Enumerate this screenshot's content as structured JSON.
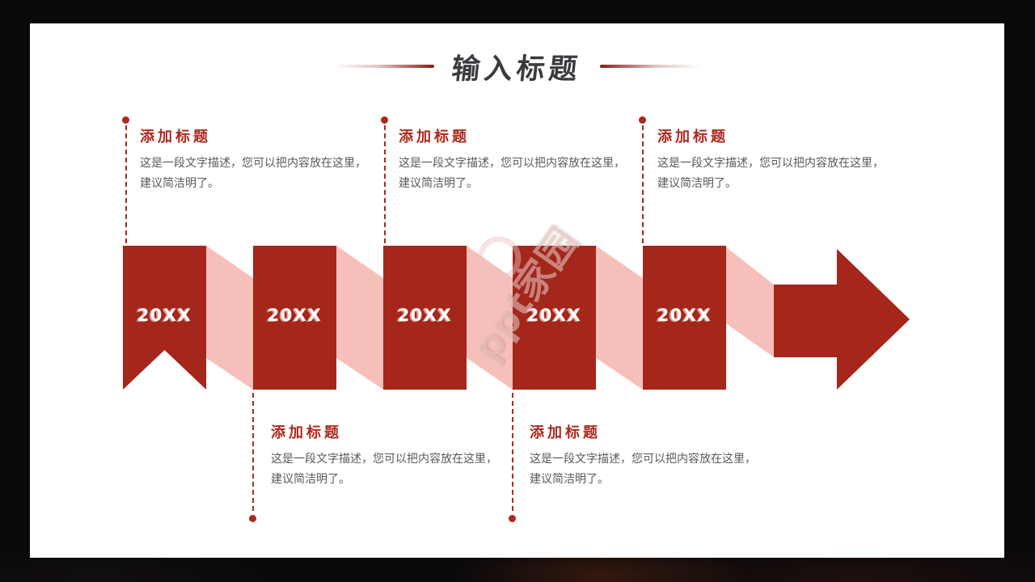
{
  "title": {
    "text": "输入标题",
    "color": "#3b3a3e",
    "line_color": "#8c1b13"
  },
  "watermark": {
    "text": "ppt家园"
  },
  "timeline": {
    "banner_color": "#a5261b",
    "ribbon_color": "#f7bfba",
    "arrow_color": "#a5261b",
    "years": [
      "20XX",
      "20XX",
      "20XX",
      "20XX",
      "20XX"
    ]
  },
  "callouts": {
    "heading_color": "#ad291e",
    "body_color": "#5a5858",
    "top": [
      {
        "title": "添加标题",
        "lines": [
          "这是一段文字描述，您可以把内容放在这里，",
          "建议简洁明了。"
        ]
      },
      {
        "title": "添加标题",
        "lines": [
          "这是一段文字描述，您可以把内容放在这里，",
          "建议简洁明了。"
        ]
      },
      {
        "title": "添加标题",
        "lines": [
          "这是一段文字描述，您可以把内容放在这里，",
          "建议简洁明了。"
        ]
      }
    ],
    "bottom": [
      {
        "title": "添加标题",
        "lines": [
          "这是一段文字描述，您可以把内容放在这里，",
          "建议简洁明了。"
        ]
      },
      {
        "title": "添加标题",
        "lines": [
          "这是一段文字描述，您可以把内容放在这里，",
          "建议简洁明了。"
        ]
      }
    ]
  }
}
